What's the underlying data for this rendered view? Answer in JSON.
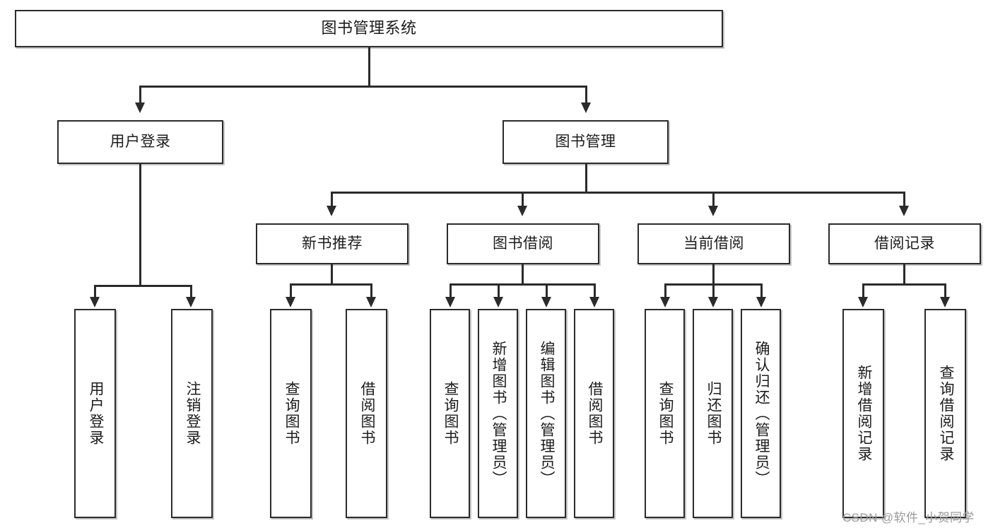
{
  "diagram": {
    "type": "tree-hierarchy-chart",
    "title": "图书管理系统",
    "colors": {
      "box_border": "#2b2b2b",
      "box_fill": "#ffffff",
      "connector": "#2b2b2b",
      "text": "#1c1c1c",
      "watermark": "#9a9a9a",
      "background": "#ffffff"
    },
    "levels": [
      {
        "level": 1,
        "nodes": [
          {
            "id": "root",
            "label": "图书管理系统",
            "orientation": "horizontal"
          }
        ]
      },
      {
        "level": 2,
        "nodes": [
          {
            "id": "user-login",
            "label": "用户登录",
            "orientation": "horizontal",
            "parent": "root"
          },
          {
            "id": "book-manage",
            "label": "图书管理",
            "orientation": "horizontal",
            "parent": "root"
          }
        ]
      },
      {
        "level": 3,
        "nodes": [
          {
            "id": "new-book-rec",
            "label": "新书推荐",
            "orientation": "horizontal",
            "parent": "book-manage"
          },
          {
            "id": "book-borrow",
            "label": "图书借阅",
            "orientation": "horizontal",
            "parent": "book-manage"
          },
          {
            "id": "current-borrow",
            "label": "当前借阅",
            "orientation": "horizontal",
            "parent": "book-manage"
          },
          {
            "id": "borrow-record",
            "label": "借阅记录",
            "orientation": "horizontal",
            "parent": "book-manage"
          }
        ]
      },
      {
        "level": 4,
        "nodes": [
          {
            "id": "leaf-user-login",
            "label": "用户登录",
            "orientation": "vertical",
            "parent": "user-login"
          },
          {
            "id": "leaf-logout",
            "label": "注销登录",
            "orientation": "vertical",
            "parent": "user-login"
          },
          {
            "id": "leaf-query-book-1",
            "label": "查询图书",
            "orientation": "vertical",
            "parent": "new-book-rec"
          },
          {
            "id": "leaf-borrow-book-1",
            "label": "借阅图书",
            "orientation": "vertical",
            "parent": "new-book-rec"
          },
          {
            "id": "leaf-query-book-2",
            "label": "查询图书",
            "orientation": "vertical",
            "parent": "book-borrow"
          },
          {
            "id": "leaf-add-book",
            "label": "新增图书（管理员）",
            "orientation": "vertical",
            "parent": "book-borrow"
          },
          {
            "id": "leaf-edit-book",
            "label": "编辑图书（管理员）",
            "orientation": "vertical",
            "parent": "book-borrow"
          },
          {
            "id": "leaf-borrow-book-2",
            "label": "借阅图书",
            "orientation": "vertical",
            "parent": "book-borrow"
          },
          {
            "id": "leaf-query-book-3",
            "label": "查询图书",
            "orientation": "vertical",
            "parent": "current-borrow"
          },
          {
            "id": "leaf-return-book",
            "label": "归还图书",
            "orientation": "vertical",
            "parent": "current-borrow"
          },
          {
            "id": "leaf-confirm-return",
            "label": "确认归还（管理员）",
            "orientation": "vertical",
            "parent": "current-borrow"
          },
          {
            "id": "leaf-add-record",
            "label": "新增借阅记录",
            "orientation": "vertical",
            "parent": "borrow-record"
          },
          {
            "id": "leaf-query-record",
            "label": "查询借阅记录",
            "orientation": "vertical",
            "parent": "borrow-record"
          }
        ]
      }
    ]
  },
  "watermark": {
    "text": "CSDN @软件_小贺同学"
  }
}
